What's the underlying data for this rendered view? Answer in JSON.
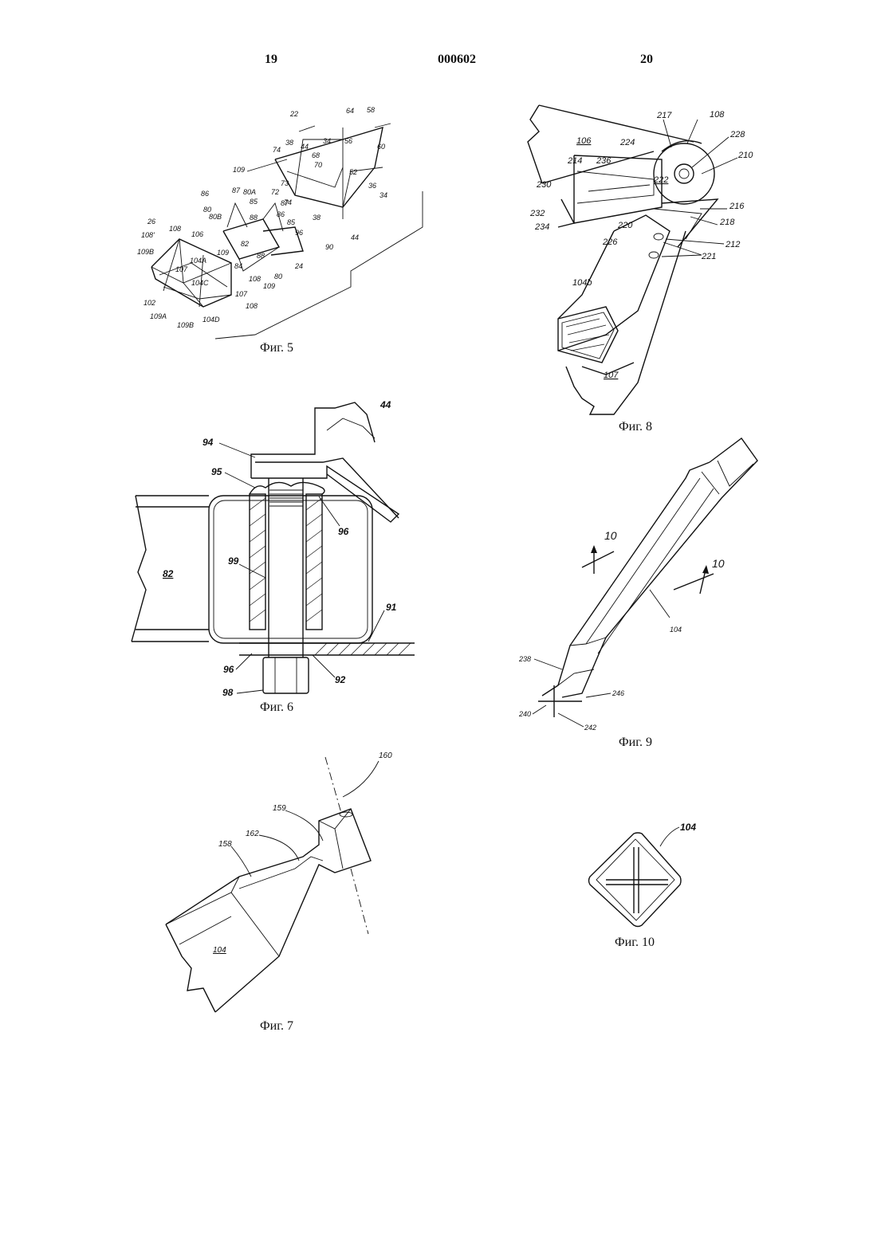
{
  "header": {
    "left_page": "19",
    "doc_number": "000602",
    "right_page": "20"
  },
  "figures": {
    "fig5": {
      "caption": "Фиг. 5",
      "labels": [
        "22",
        "64",
        "58",
        "60",
        "34",
        "56",
        "38",
        "74",
        "44",
        "68",
        "70",
        "109",
        "73",
        "72",
        "74",
        "52",
        "36",
        "34",
        "86",
        "87",
        "80A",
        "85",
        "80",
        "88",
        "87",
        "86",
        "96",
        "85",
        "80B",
        "82",
        "26",
        "108",
        "106",
        "108'",
        "109B",
        "104A",
        "107",
        "109",
        "84",
        "88",
        "24",
        "108",
        "80",
        "109",
        "104C",
        "102",
        "107",
        "108",
        "109A",
        "109B",
        "104D",
        "38",
        "90",
        "44"
      ]
    },
    "fig6": {
      "caption": "Фиг. 6",
      "labels": [
        "44",
        "94",
        "95",
        "96",
        "82",
        "99",
        "91",
        "96",
        "92",
        "98"
      ]
    },
    "fig7": {
      "caption": "Фиг. 7",
      "labels": [
        "160",
        "159",
        "162",
        "158",
        "104"
      ]
    },
    "fig8": {
      "caption": "Фиг. 8",
      "labels": [
        "217",
        "108",
        "228",
        "106",
        "224",
        "210",
        "214",
        "236",
        "222",
        "230",
        "216",
        "232",
        "220",
        "218",
        "234",
        "226",
        "212",
        "221",
        "104b",
        "107"
      ]
    },
    "fig9": {
      "caption": "Фиг. 9",
      "labels": [
        "10",
        "10",
        "104",
        "238",
        "246",
        "240",
        "242"
      ]
    },
    "fig10": {
      "caption": "Фиг. 10",
      "labels": [
        "104"
      ]
    }
  }
}
